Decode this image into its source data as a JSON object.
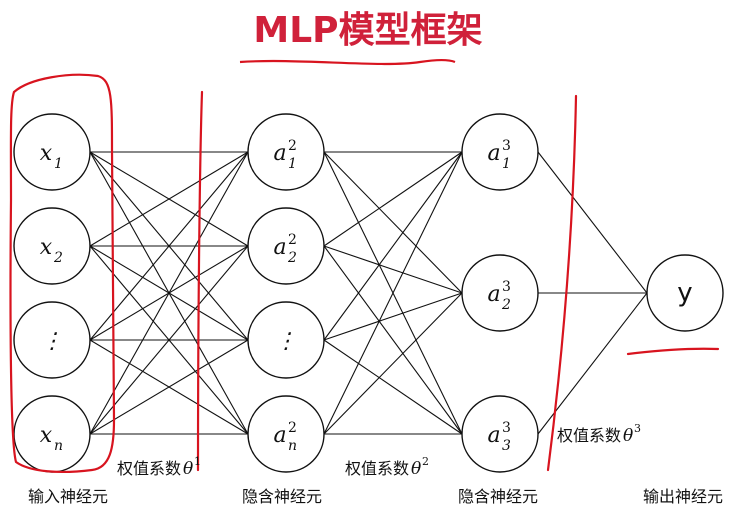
{
  "title": "MLP模型框架",
  "colors": {
    "title": "#d0213a",
    "annotation": "#d8141f",
    "stroke": "#111111"
  },
  "layers": [
    {
      "name": "input",
      "caption": "输入神经元",
      "nodes": [
        {
          "base": "x",
          "sub": "1",
          "sup": ""
        },
        {
          "base": "x",
          "sub": "2",
          "sup": ""
        },
        {
          "base": "⋮",
          "sub": "",
          "sup": ""
        },
        {
          "base": "x",
          "sub": "n",
          "sup": ""
        }
      ]
    },
    {
      "name": "hidden1",
      "caption": "隐含神经元",
      "nodes": [
        {
          "base": "a",
          "sub": "1",
          "sup": "2"
        },
        {
          "base": "a",
          "sub": "2",
          "sup": "2"
        },
        {
          "base": "⋮",
          "sub": "",
          "sup": ""
        },
        {
          "base": "a",
          "sub": "n",
          "sup": "2"
        }
      ]
    },
    {
      "name": "hidden2",
      "caption": "隐含神经元",
      "nodes": [
        {
          "base": "a",
          "sub": "1",
          "sup": "3"
        },
        {
          "base": "a",
          "sub": "2",
          "sup": "3"
        },
        {
          "base": "a",
          "sub": "3",
          "sup": "3"
        }
      ]
    },
    {
      "name": "output",
      "caption": "输出神经元",
      "nodes": [
        {
          "base": "y",
          "sub": "",
          "sup": "",
          "plain": true
        }
      ]
    }
  ],
  "weights": [
    {
      "text": "权值系数",
      "symbol": "θ",
      "sup": "1"
    },
    {
      "text": "权值系数",
      "symbol": "θ",
      "sup": "2"
    },
    {
      "text": "权值系数",
      "symbol": "θ",
      "sup": "3"
    }
  ]
}
